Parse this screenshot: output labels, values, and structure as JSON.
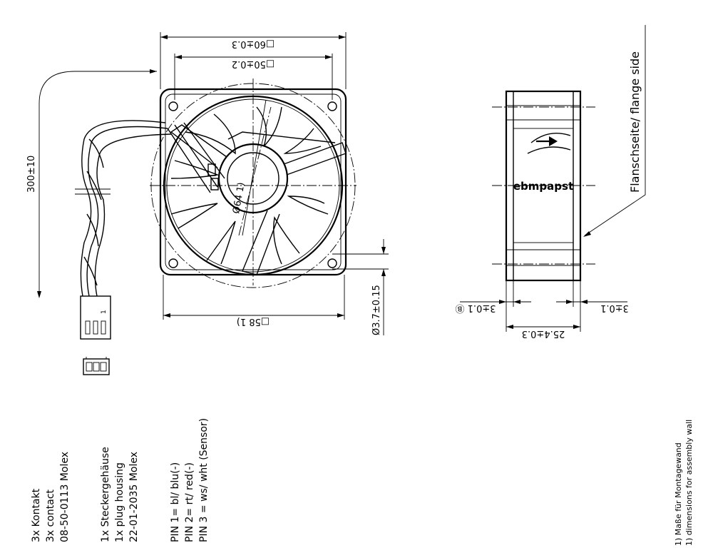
{
  "front_view": {
    "dim_top_outer": "□60±0.3",
    "dim_top_inner": "□50±0.2",
    "dim_diameter": "Ø64  1)",
    "dim_bottom": "□58  1)",
    "dim_hole": "Ø3.7±0.15",
    "dim_cable_length": "300±10"
  },
  "side_view": {
    "dim_left": "3±0.1 Ⓑ",
    "dim_right": "3±0.1",
    "dim_depth": "25.4±0.3",
    "brand": "ebmpapst",
    "flange_label": "Flanschseite/ flange side"
  },
  "notes": {
    "contact_1": "3x Kontakt",
    "contact_2": "3x contact",
    "contact_3": "08-50-0113 Molex",
    "housing_1": "1x Steckergehäuse",
    "housing_2": "1x plug housing",
    "housing_3": "22-01-2035  Molex",
    "pin_1": "PIN 1= bl/ blu(-)",
    "pin_2": "PIN 2= rt/ red(-)",
    "pin_3": "PIN 3 = ws/ wht (Sensor)",
    "footnote_1": "1) Maße für Montagewand",
    "footnote_2": "1) dimensions for assembly wall"
  },
  "connector": {
    "pin_marker": "1"
  }
}
